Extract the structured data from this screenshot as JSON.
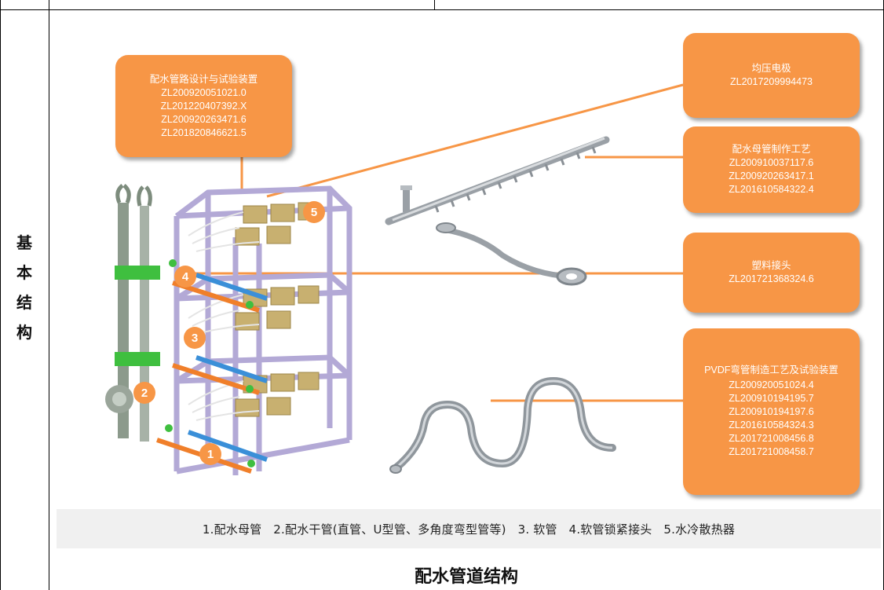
{
  "side_label": [
    "基",
    "本",
    "结",
    "构"
  ],
  "callouts": {
    "top_left": {
      "title": "配水管路设计与试验装置",
      "items": [
        "ZL200920051021.0",
        "ZL201220407392.X",
        "ZL200920263471.6",
        "ZL201820846621.5"
      ]
    },
    "electrode": {
      "title": "均压电极",
      "items": [
        "ZL2017209994473"
      ]
    },
    "manifold": {
      "title": "配水母管制作工艺",
      "items": [
        "ZL200910037117.6",
        "ZL200920263417.1",
        "ZL201610584322.4"
      ]
    },
    "joint": {
      "title": "塑料接头",
      "items": [
        "ZL201721368324.6"
      ]
    },
    "pvdf": {
      "title": "PVDF弯管制造工艺及试验装置",
      "items": [
        "ZL200920051024.4",
        "ZL200910194195.7",
        "ZL200910194197.6",
        "ZL201610584324.3",
        "ZL201721008456.8",
        "ZL201721008458.7"
      ]
    }
  },
  "markers": [
    "1",
    "2",
    "3",
    "4",
    "5"
  ],
  "legend": "1.配水母管   2.配水干管(直管、U型管、多角度弯型管等)   3. 软管   4.软管锁紧接头   5.水冷散热器",
  "caption": "配水管道结构",
  "colors": {
    "callout": "#f79646",
    "frame": "#b3a9d6",
    "green": "#3fbf3f",
    "orange_pipe": "#f07f2a",
    "blue_pipe": "#3a8fd8",
    "cooler": "#c8b070"
  }
}
